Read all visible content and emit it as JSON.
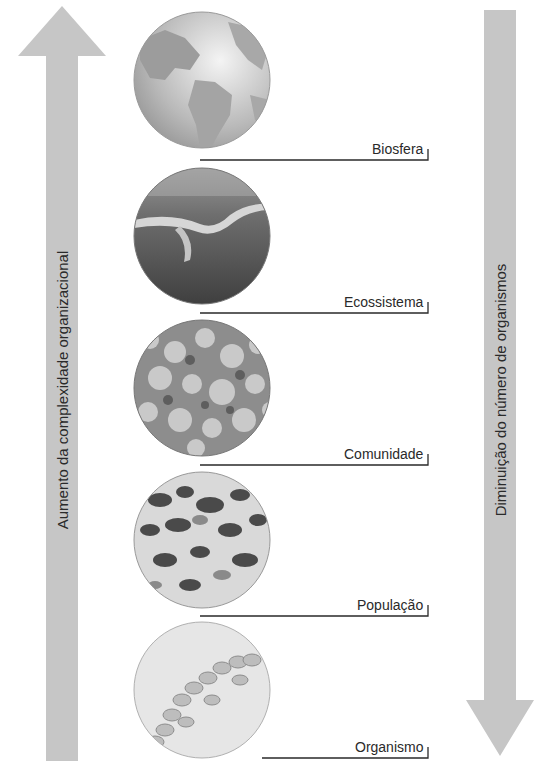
{
  "diagram": {
    "nodes": [
      {
        "text": [
          "Aumento da complexidade organizacional"
        ]
      },
      {
        "text": [
          "Diminuição do número de organismos"
        ]
      }
    ],
    "labels": [
      "Biosfera",
      "Ecossistema",
      "Comunidade",
      "População",
      "Organismo"
    ]
  }
}
